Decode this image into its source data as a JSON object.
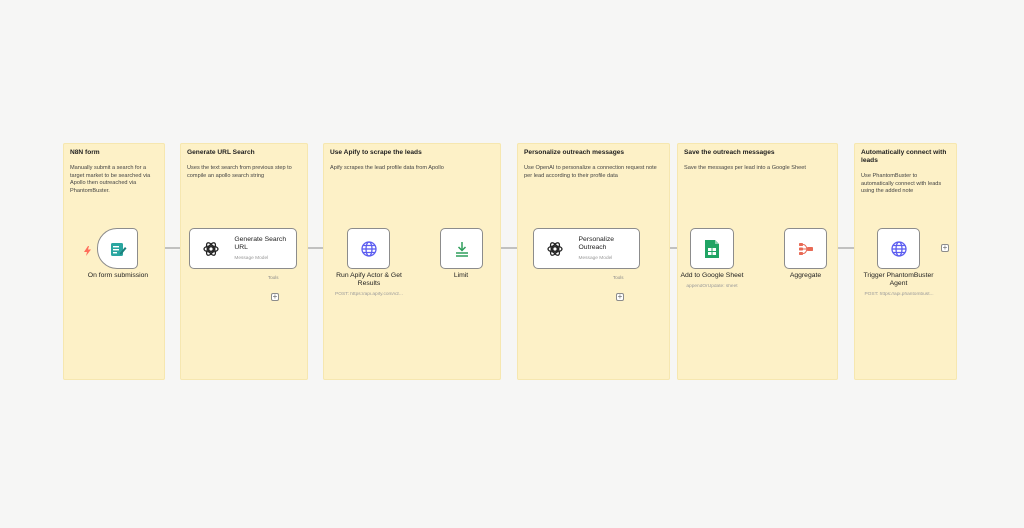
{
  "stickies": [
    {
      "title": "N8N form",
      "body": "Manually submit a search for a target market to be searched via Apollo then outreached via PhantomBuster."
    },
    {
      "title": "Generate URL Search",
      "body": "Uses the text search from previous step to compile an apollo search string"
    },
    {
      "title": "Use Apify to scrape the leads",
      "body": "Apify scrapes the lead profile data from Apollo"
    },
    {
      "title": "Personalize outreach messages",
      "body": "Use OpenAI to personalize a connection request note per lead according to their profile data"
    },
    {
      "title": "Save the outreach messages",
      "body": "Save the messages per lead into a Google Sheet"
    },
    {
      "title": "Automatically connect with leads",
      "body": "Use PhantomBuster to automatically connect with leads using the added note"
    }
  ],
  "nodes": {
    "form": {
      "label": "On form submission",
      "icon": "form-icon"
    },
    "generate": {
      "title": "Generate Search URL",
      "subtitle": "Message Model",
      "tools": "Tools",
      "icon": "openai-icon"
    },
    "apify": {
      "label": "Run Apify Actor & Get Results",
      "subtitle": "POST: https://api.apify.com/v2...",
      "icon": "globe-icon"
    },
    "limit": {
      "label": "Limit",
      "icon": "limit-icon"
    },
    "personalize": {
      "title": "Personalize Outreach",
      "subtitle": "Message Model",
      "tools": "Tools",
      "icon": "openai-icon"
    },
    "sheet": {
      "label": "Add to Google Sheet",
      "subtitle": "appendOrUpdate: sheet",
      "icon": "google-sheets-icon"
    },
    "aggregate": {
      "label": "Aggregate",
      "icon": "aggregate-icon"
    },
    "phantom": {
      "label": "Trigger PhantomBuster Agent",
      "subtitle": "POST: https://api.phantombust...",
      "icon": "globe-icon"
    }
  },
  "plus_symbol": "+",
  "colors": {
    "canvas": "#f6f6f5",
    "sticky": "#fdf1c7",
    "wire": "#8c8c8c",
    "trigger_bolt": "#ff6d5a",
    "form_teal": "#2aa6a0",
    "globe_blue": "#5b5cf0",
    "limit_green": "#2e9e5b",
    "sheets_green": "#20a464",
    "aggregate_red": "#e86a56"
  }
}
